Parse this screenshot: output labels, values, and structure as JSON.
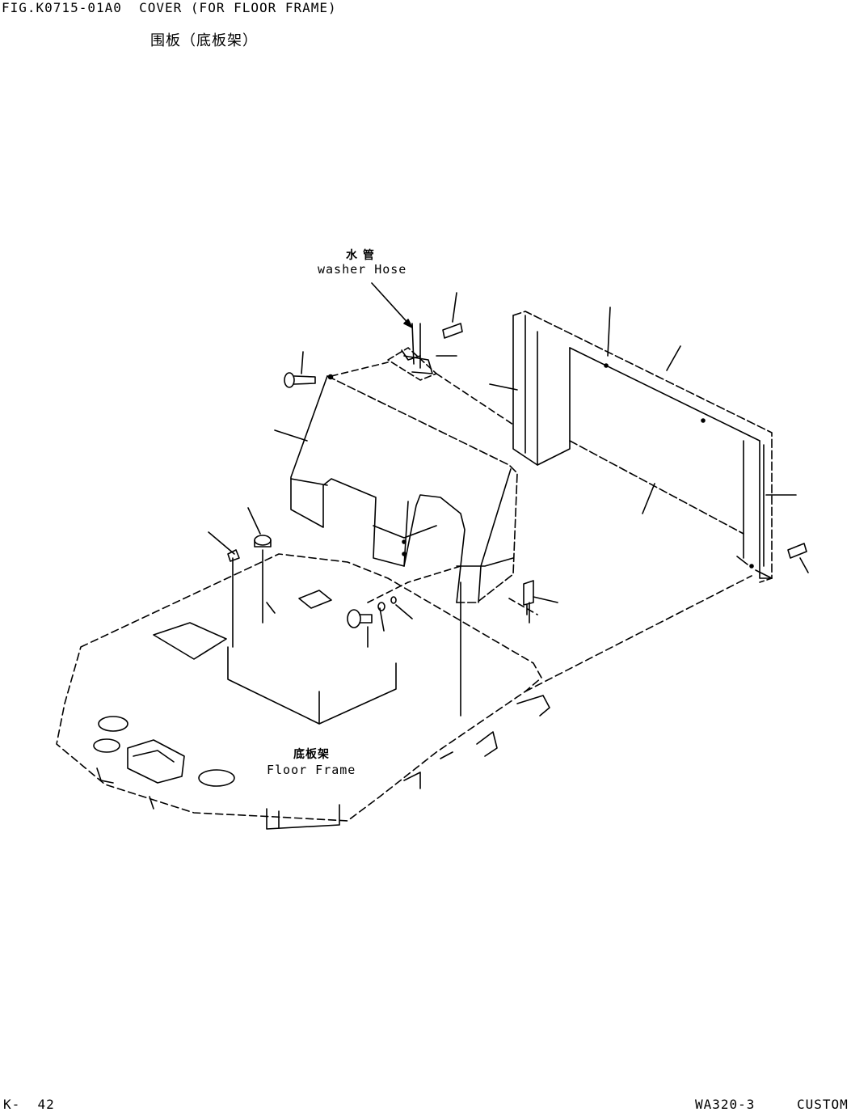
{
  "header": {
    "figure": "FIG.K0715-01A0  COVER (FOR FLOOR FRAME)",
    "subtitle_cn": "围板（底板架）"
  },
  "labels": {
    "washer_hose_cn": "水 管",
    "washer_hose_en": "washer Hose",
    "floor_frame_cn": "底板架",
    "floor_frame_en": "Floor Frame"
  },
  "footer": {
    "page": "K-  42",
    "model": "WA320-3",
    "edition": "CUSTOM"
  }
}
